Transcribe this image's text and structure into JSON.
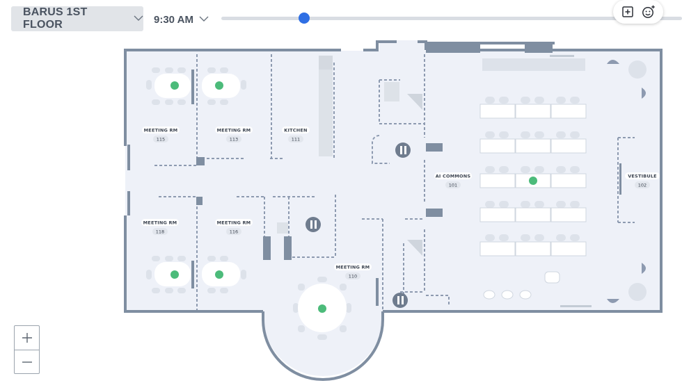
{
  "floor_selector": {
    "label": "BARUS 1ST FLOOR",
    "icon": "chevron-down-icon"
  },
  "time_selector": {
    "label": "9:30 AM",
    "icon": "chevron-down-icon"
  },
  "timeline": {
    "position": 0.18
  },
  "tools": {
    "add_icon": "add-note-icon",
    "feedback_icon": "add-emoji-icon"
  },
  "zoom": {
    "in_label": "+",
    "out_label": "−"
  },
  "rooms": [
    {
      "name": "MEETING RM",
      "number": "115"
    },
    {
      "name": "MEETING RM",
      "number": "113"
    },
    {
      "name": "KITCHEN",
      "number": "111"
    },
    {
      "name": "MEETING RM",
      "number": "118"
    },
    {
      "name": "MEETING RM",
      "number": "116"
    },
    {
      "name": "MEETING RM",
      "number": "110"
    },
    {
      "name": "AI COMMONS",
      "number": "101"
    },
    {
      "name": "VESTIBULE",
      "number": "102"
    }
  ],
  "colors": {
    "wall": "#7f8ea1",
    "floor": "#eef1f8",
    "occupied": "#4cbb7a",
    "accent": "#2f6fe4"
  }
}
